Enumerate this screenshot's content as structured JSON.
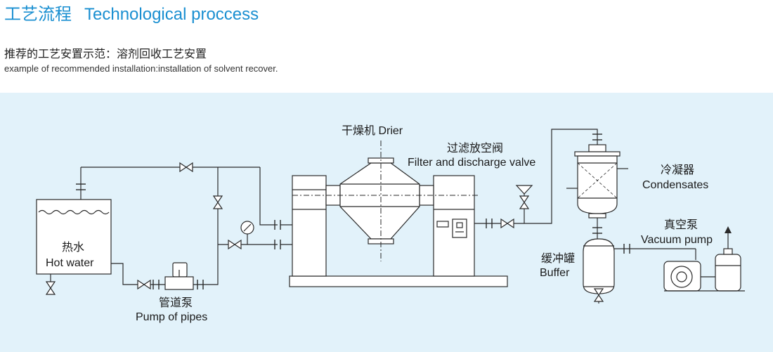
{
  "header": {
    "title_cn": "工艺流程",
    "title_en": "Technological proccess",
    "subtitle_cn": "推荐的工艺安置示范：溶剂回收工艺安置",
    "subtitle_en": "example of recommended installation:installation of solvent recover."
  },
  "labels": {
    "hot_water_cn": "热水",
    "hot_water_en": "Hot water",
    "pump_cn": "管道泵",
    "pump_en": "Pump of pipes",
    "drier": "干燥机 Drier",
    "valve_cn": "过滤放空阀",
    "valve_en": "Filter and discharge valve",
    "condenser_cn": "冷凝器",
    "condenser_en": "Condensates",
    "vacuum_cn": "真空泵",
    "vacuum_en": "Vacuum pump",
    "buffer_cn": "缓冲罐",
    "buffer_en": "Buffer"
  },
  "colors": {
    "accent": "#1a8fd1",
    "panel_bg": "#e2f2fa",
    "line": "#2a2a2a"
  }
}
